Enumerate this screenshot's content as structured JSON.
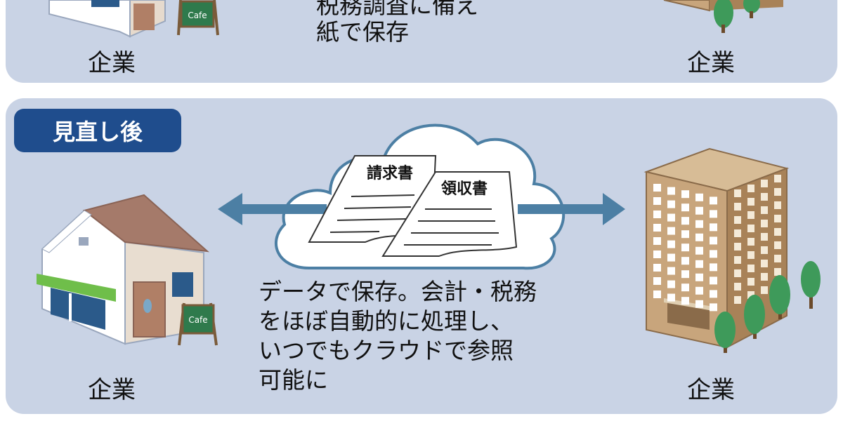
{
  "top_panel": {
    "text_line1": "税務調査に備え",
    "text_line2": "紙で保存",
    "company_left": "企業",
    "company_right": "企業"
  },
  "bottom_panel": {
    "badge": "見直し後",
    "doc_invoice": "請求書",
    "doc_receipt": "領収書",
    "description": "データで保存。会計・税務\nをほぼ自動的に処理し、\nいつでもクラウドで参照\n可能に",
    "company_left": "企業",
    "company_right": "企業",
    "cafe_sign": "Cafe"
  },
  "colors": {
    "panel_bg": "#c9d3e5",
    "badge_bg": "#1f4d8d",
    "arrow": "#4c7fa4",
    "building": "#c8a57c",
    "roof": "#a57a6a"
  }
}
